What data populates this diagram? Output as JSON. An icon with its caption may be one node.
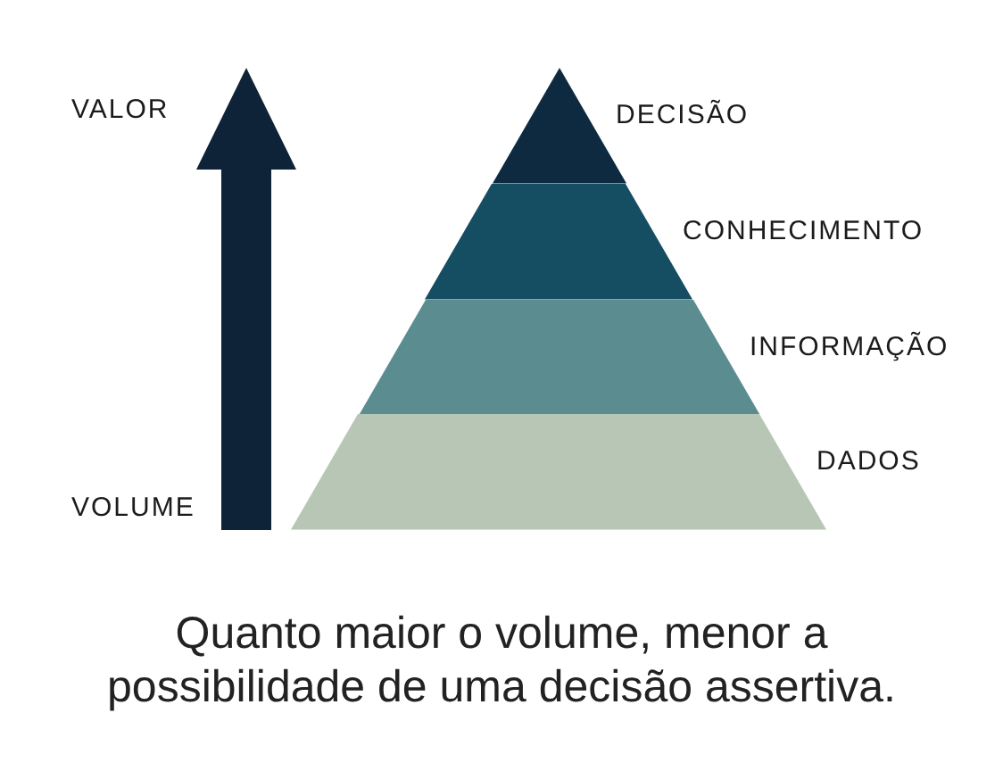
{
  "diagram": {
    "caption": "Quanto maior o volume, menor a possibilidade de uma decisão assertiva.",
    "nodes": [
      {
        "text": [
          "DECISÃO"
        ]
      },
      {
        "text": [
          "CONHECIMENTO"
        ]
      },
      {
        "text": [
          "INFORMAÇÃO"
        ]
      },
      {
        "text": [
          "DADOS"
        ]
      }
    ],
    "edges": [],
    "labels": [
      "VALOR",
      "VOLUME"
    ]
  }
}
